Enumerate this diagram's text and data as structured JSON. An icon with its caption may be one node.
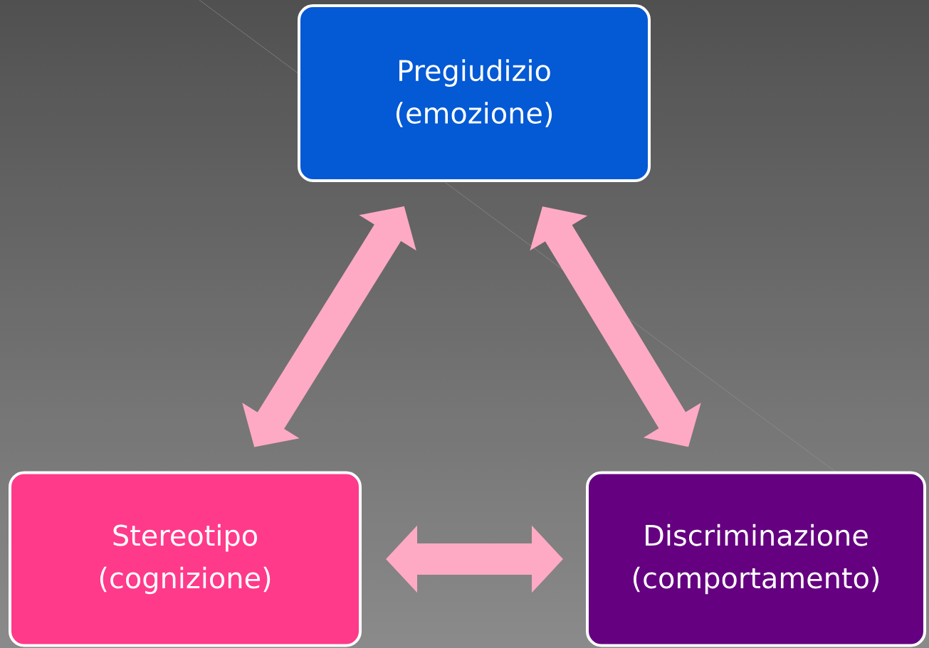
{
  "diagram": {
    "nodes": [
      {
        "text": [
          "Pregiudizio (emozione)"
        ]
      },
      {
        "text": [
          "Stereotipo (cognizione)"
        ]
      },
      {
        "text": [
          "Discriminazione (comportamento)"
        ]
      }
    ],
    "edges": [
      {
        "from": 0,
        "to": 1,
        "arrow": "both"
      },
      {
        "from": 0,
        "to": 2,
        "arrow": "both"
      },
      {
        "from": 1,
        "to": 2,
        "arrow": "both"
      }
    ]
  }
}
